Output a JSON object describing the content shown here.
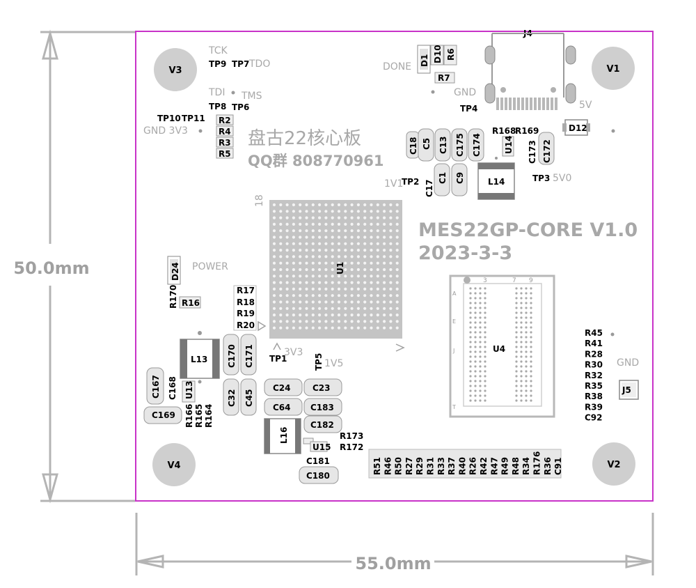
{
  "board": {
    "title": "MES22GP-CORE V1.0",
    "date": "2023-3-3",
    "chinese_title": "盘古22核心板",
    "qq_group": "QQ群 808770961",
    "outline_color": "#c832c8"
  },
  "dimensions": {
    "height": "50.0mm",
    "width": "55.0mm"
  },
  "mount_holes": [
    "V1",
    "V2",
    "V3",
    "V4"
  ],
  "silk_labels": {
    "tck": "TCK",
    "tdo": "TDO",
    "tdi": "TDI",
    "tms": "TMS",
    "gnd_3v3": "GND 3V3",
    "done": "DONE",
    "gnd_top": "GND",
    "v5": "5V",
    "v1v1": "1V1",
    "v5v0": "5V0",
    "power": "POWER",
    "v3v3": "3V3",
    "v1v5": "1V5",
    "gnd_right": "GND",
    "pin18": "18",
    "u4_pin3": "3",
    "u4_pin7": "7",
    "u4_pin9": "9",
    "row_a": "A",
    "row_e": "E",
    "row_j": "J",
    "row_t": "T"
  },
  "refdes": {
    "tp9": "TP9",
    "tp7": "TP7",
    "tp8": "TP8",
    "tp6": "TP6",
    "tp10": "TP10",
    "tp11": "TP11",
    "tp4": "TP4",
    "tp2": "TP2",
    "tp3": "TP3",
    "tp1": "TP1",
    "tp5": "TP5",
    "r2": "R2",
    "r4": "R4",
    "r3": "R3",
    "r5": "R5",
    "r7": "R7",
    "r6": "R6",
    "d10": "D10",
    "d1": "D1",
    "j4": "J4",
    "d12": "D12",
    "r168": "R168",
    "r169": "R169",
    "c18": "C18",
    "c5": "C5",
    "c13": "C13",
    "c175": "C175",
    "c174": "C174",
    "u14": "U14",
    "c173": "C173",
    "c172": "C172",
    "c17": "C17",
    "c1": "C1",
    "c9": "C9",
    "l14": "L14",
    "u1": "U1",
    "u4": "U4",
    "d24": "D24",
    "r170": "R170",
    "r16": "R16",
    "r17": "R17",
    "r18": "R18",
    "r19": "R19",
    "r20": "R20",
    "l13": "L13",
    "c170": "C170",
    "c171": "C171",
    "c167": "C167",
    "c168": "C168",
    "u13": "U13",
    "c32": "C32",
    "c45": "C45",
    "c169": "C169",
    "r166": "R166",
    "r165": "R165",
    "r164": "R164",
    "c24": "C24",
    "c23": "C23",
    "c64": "C64",
    "c183": "C183",
    "c182": "C182",
    "l16": "L16",
    "r173": "R173",
    "r172": "R172",
    "u15": "U15",
    "c181": "C181",
    "c180": "C180",
    "j5": "J5"
  },
  "right_column_refs": [
    "R45",
    "R41",
    "R28",
    "R30",
    "R32",
    "R35",
    "R38",
    "R39",
    "C92"
  ],
  "bottom_row_refs": [
    "R51",
    "R46",
    "R50",
    "R27",
    "R29",
    "R31",
    "R33",
    "R37",
    "R40",
    "R26",
    "R42",
    "R47",
    "R49",
    "R48",
    "R34",
    "R176",
    "R36",
    "C91"
  ]
}
